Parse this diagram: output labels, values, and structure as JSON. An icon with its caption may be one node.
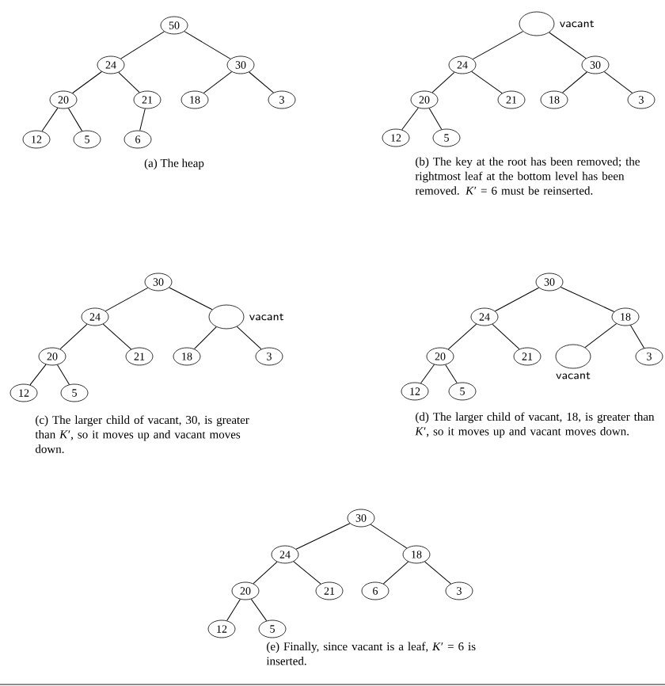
{
  "diagram": {
    "nodes": [
      {
        "text": [
          "50"
        ]
      },
      {
        "text": [
          "24"
        ]
      },
      {
        "text": [
          "30"
        ]
      },
      {
        "text": [
          "20"
        ]
      },
      {
        "text": [
          "21"
        ]
      },
      {
        "text": [
          "18"
        ]
      },
      {
        "text": [
          "3"
        ]
      },
      {
        "text": [
          "12"
        ]
      },
      {
        "text": [
          "5"
        ]
      },
      {
        "text": [
          "6"
        ]
      },
      {
        "text": [],
        "shape": "ellipse",
        "beside": [
          "vacant"
        ]
      },
      {
        "text": [
          "24"
        ]
      },
      {
        "text": [
          "30"
        ]
      },
      {
        "text": [
          "20"
        ]
      },
      {
        "text": [
          "21"
        ]
      },
      {
        "text": [
          "18"
        ]
      },
      {
        "text": [
          "3"
        ]
      },
      {
        "text": [
          "12"
        ]
      },
      {
        "text": [
          "5"
        ]
      },
      {
        "text": [
          "30"
        ]
      },
      {
        "text": [
          "24"
        ]
      },
      {
        "text": [],
        "shape": "ellipse",
        "beside": [
          "vacant"
        ]
      },
      {
        "text": [
          "20"
        ]
      },
      {
        "text": [
          "21"
        ]
      },
      {
        "text": [
          "18"
        ]
      },
      {
        "text": [
          "3"
        ]
      },
      {
        "text": [
          "12"
        ]
      },
      {
        "text": [
          "5"
        ]
      },
      {
        "text": [
          "30"
        ]
      },
      {
        "text": [
          "24"
        ]
      },
      {
        "text": [
          "18"
        ]
      },
      {
        "text": [
          "20"
        ]
      },
      {
        "text": [
          "21"
        ]
      },
      {
        "text": [],
        "shape": "ellipse",
        "beside": [
          "vacant"
        ]
      },
      {
        "text": [
          "3"
        ]
      },
      {
        "text": [
          "12"
        ]
      },
      {
        "text": [
          "5"
        ]
      },
      {
        "text": [
          "30"
        ]
      },
      {
        "text": [
          "24"
        ]
      },
      {
        "text": [
          "18"
        ]
      },
      {
        "text": [
          "20"
        ]
      },
      {
        "text": [
          "21"
        ]
      },
      {
        "text": [
          "6"
        ]
      },
      {
        "text": [
          "3"
        ]
      },
      {
        "text": [
          "12"
        ]
      },
      {
        "text": [
          "5"
        ]
      }
    ],
    "edges": [
      {
        "from": 0,
        "to": 1,
        "arrow": "none"
      },
      {
        "from": 0,
        "to": 2,
        "arrow": "none"
      },
      {
        "from": 1,
        "to": 3,
        "arrow": "none"
      },
      {
        "from": 1,
        "to": 4,
        "arrow": "none"
      },
      {
        "from": 2,
        "to": 5,
        "arrow": "none"
      },
      {
        "from": 2,
        "to": 6,
        "arrow": "none"
      },
      {
        "from": 3,
        "to": 7,
        "arrow": "none"
      },
      {
        "from": 3,
        "to": 8,
        "arrow": "none"
      },
      {
        "from": 4,
        "to": 9,
        "arrow": "none"
      },
      {
        "from": 10,
        "to": 11,
        "arrow": "none"
      },
      {
        "from": 10,
        "to": 12,
        "arrow": "none"
      },
      {
        "from": 11,
        "to": 13,
        "arrow": "none"
      },
      {
        "from": 11,
        "to": 14,
        "arrow": "none"
      },
      {
        "from": 12,
        "to": 15,
        "arrow": "none"
      },
      {
        "from": 12,
        "to": 16,
        "arrow": "none"
      },
      {
        "from": 13,
        "to": 17,
        "arrow": "none"
      },
      {
        "from": 13,
        "to": 18,
        "arrow": "none"
      },
      {
        "from": 19,
        "to": 20,
        "arrow": "none"
      },
      {
        "from": 19,
        "to": 21,
        "arrow": "none"
      },
      {
        "from": 20,
        "to": 22,
        "arrow": "none"
      },
      {
        "from": 20,
        "to": 23,
        "arrow": "none"
      },
      {
        "from": 21,
        "to": 24,
        "arrow": "none"
      },
      {
        "from": 21,
        "to": 25,
        "arrow": "none"
      },
      {
        "from": 22,
        "to": 26,
        "arrow": "none"
      },
      {
        "from": 22,
        "to": 27,
        "arrow": "none"
      },
      {
        "from": 28,
        "to": 29,
        "arrow": "none"
      },
      {
        "from": 28,
        "to": 30,
        "arrow": "none"
      },
      {
        "from": 29,
        "to": 31,
        "arrow": "none"
      },
      {
        "from": 29,
        "to": 32,
        "arrow": "none"
      },
      {
        "from": 30,
        "to": 33,
        "arrow": "none"
      },
      {
        "from": 30,
        "to": 34,
        "arrow": "none"
      },
      {
        "from": 31,
        "to": 35,
        "arrow": "none"
      },
      {
        "from": 31,
        "to": 36,
        "arrow": "none"
      },
      {
        "from": 37,
        "to": 38,
        "arrow": "none"
      },
      {
        "from": 37,
        "to": 39,
        "arrow": "none"
      },
      {
        "from": 38,
        "to": 40,
        "arrow": "none"
      },
      {
        "from": 38,
        "to": 41,
        "arrow": "none"
      },
      {
        "from": 39,
        "to": 42,
        "arrow": "none"
      },
      {
        "from": 39,
        "to": 43,
        "arrow": "none"
      },
      {
        "from": 40,
        "to": 44,
        "arrow": "none"
      },
      {
        "from": 40,
        "to": 45,
        "arrow": "none"
      }
    ],
    "labels": [
      "(a) The heap",
      "(b) The key at the root has been removed; the rightmost leaf at the bottom level has been removed. *K*′ = 6 must be reinserted.",
      "(c) The larger child of vacant, 30, is greater than *K*′, so it moves up and vacant moves down.",
      "(d) The larger child of vacant, 18, is greater than *K*′, so it moves up and vacant moves down.",
      "(e) Finally, since vacant is a leaf, *K*′ = 6 is inserted."
    ]
  }
}
